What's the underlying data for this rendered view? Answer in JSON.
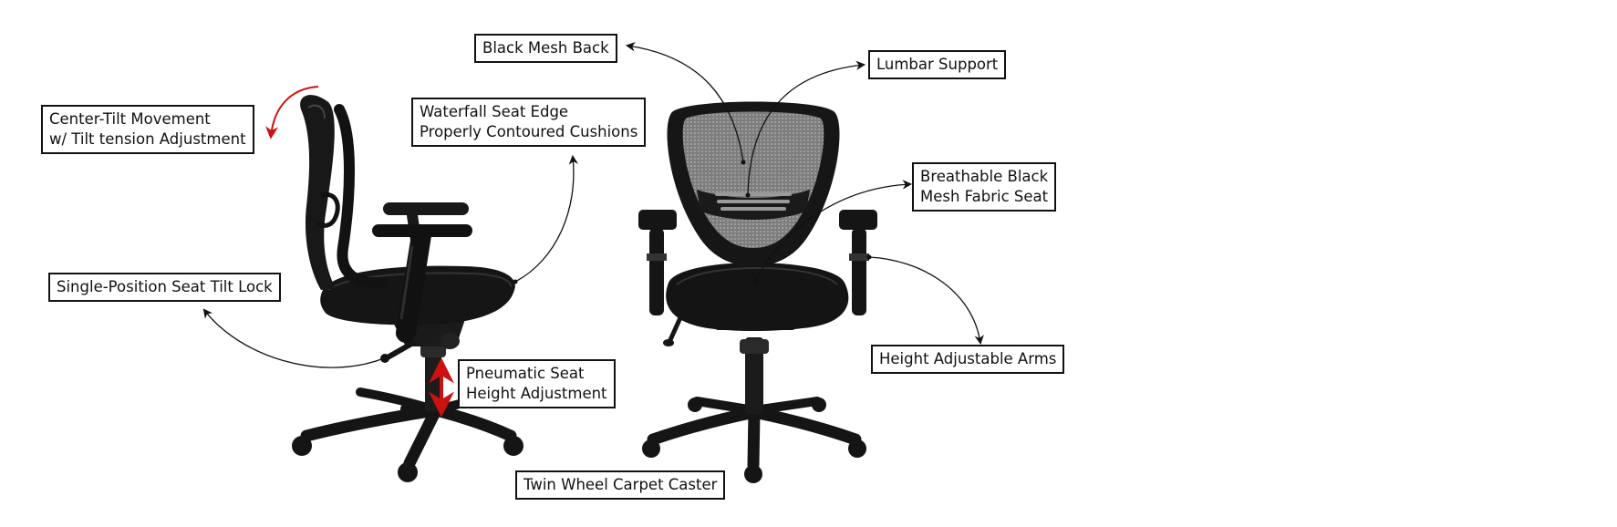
{
  "callouts": {
    "black_mesh_back": "Black Mesh Back",
    "lumbar_support": "Lumbar Support",
    "center_tilt": [
      "Center-Tilt Movement",
      "w/ Tilt tension Adjustment"
    ],
    "waterfall_seat": [
      "Waterfall Seat Edge",
      "Properly Contoured Cushions"
    ],
    "breathable_seat": [
      "Breathable Black",
      "Mesh Fabric Seat"
    ],
    "seat_tilt_lock": "Single-Position Seat Tilt Lock",
    "height_adjustable_arms": "Height Adjustable Arms",
    "pneumatic_height": [
      "Pneumatic Seat",
      "Height Adjustment"
    ],
    "twin_wheel_caster": "Twin Wheel Carpet Caster"
  },
  "colors": {
    "background": "#ffffff",
    "chair": "#151515",
    "chair_highlight": "#3a3a3a",
    "mesh": "#8f8f8f",
    "leader": "#111111",
    "accent_red": "#cc1111"
  }
}
